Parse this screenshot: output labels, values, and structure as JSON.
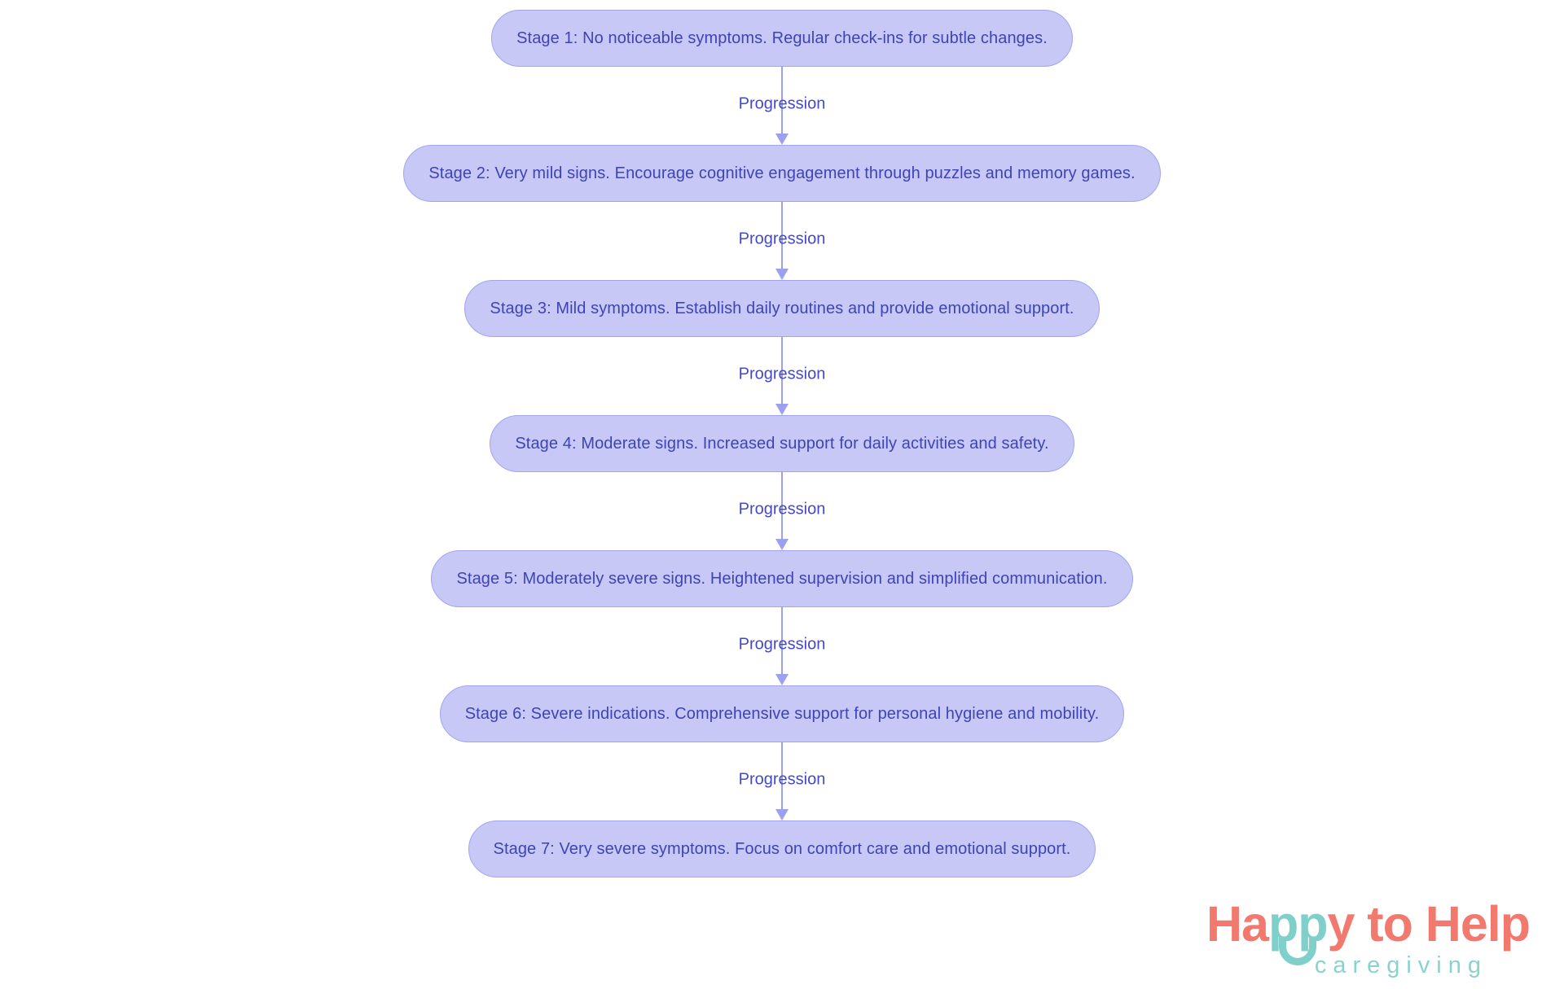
{
  "flow": {
    "edge_label": "Progression",
    "nodes": [
      {
        "label": "Stage 1: No noticeable symptoms. Regular check-ins for subtle changes."
      },
      {
        "label": "Stage 2: Very mild signs. Encourage cognitive engagement through puzzles and memory games."
      },
      {
        "label": "Stage 3: Mild symptoms. Establish daily routines and provide emotional support."
      },
      {
        "label": "Stage 4: Moderate signs. Increased support for daily activities and safety."
      },
      {
        "label": "Stage 5: Moderately severe signs. Heightened supervision and simplified communication."
      },
      {
        "label": "Stage 6: Severe indications. Comprehensive support for personal hygiene and mobility."
      },
      {
        "label": "Stage 7: Very severe symptoms. Focus on comfort care and emotional support."
      }
    ],
    "colors": {
      "node_fill": "#c7c8f5",
      "node_border": "#a2a5ee",
      "node_text": "#3e44b6",
      "arrow": "#9ba0f0",
      "edge_label_text": "#4549c6"
    }
  },
  "logo": {
    "happy_prefix": "Ha",
    "happy_pp": "pp",
    "happy_suffix": "y",
    "to_help": "to Help",
    "tagline": "caregiving",
    "colors": {
      "coral": "#f2796d",
      "teal": "#7fd0ca"
    }
  }
}
